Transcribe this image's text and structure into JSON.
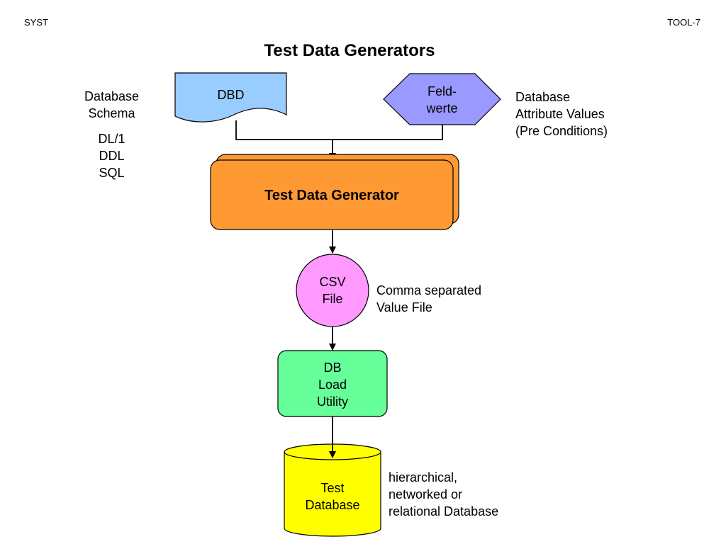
{
  "header": {
    "left": "SYST",
    "right": "TOOL-7"
  },
  "title": "Test Data Generators",
  "notes": {
    "schema": "Database\nSchema",
    "languages": "DL/1\nDDL\nSQL",
    "attributes": "Database\nAttribute Values\n(Pre Conditions)",
    "csv": "Comma separated\nValue File",
    "db_types": "hierarchical,\nnetworked or\nrelational Database"
  },
  "nodes": {
    "dbd": {
      "label": "DBD",
      "color": "#99ccff"
    },
    "feldwerte": {
      "label": "Feld-\nwerte",
      "color": "#9999ff"
    },
    "generator": {
      "label": "Test Data Generator",
      "color": "#ff9933"
    },
    "csv": {
      "label": "CSV\nFile",
      "color": "#ff99ff"
    },
    "loader": {
      "label": "DB\nLoad\nUtility",
      "color": "#66ff99"
    },
    "testdb": {
      "label": "Test\nDatabase",
      "color": "#ffff00"
    }
  }
}
